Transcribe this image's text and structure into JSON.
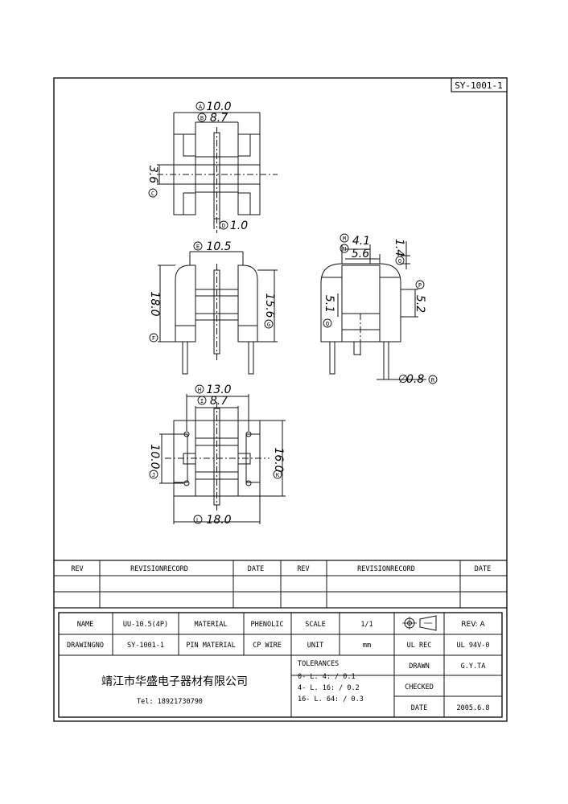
{
  "drawing_no_box": "SY-1001-1",
  "top_view": {
    "dim_a": "10.0",
    "dim_b": "8.7",
    "dim_c": "3.6",
    "dim_d": "1.0",
    "marker_a": "A",
    "marker_b": "B",
    "marker_c": "C",
    "marker_d": "D"
  },
  "front_view": {
    "dim_e": "10.5",
    "dim_f": "18.0",
    "dim_g": "15.6",
    "marker_e": "E",
    "marker_f": "F",
    "marker_g": "G"
  },
  "side_view": {
    "dim_m": "4.1",
    "dim_n": "5.6",
    "dim_o": "1.4",
    "dim_p": "5.2",
    "dim_q": "5.1",
    "dim_r": "0.8",
    "marker_m": "M",
    "marker_n": "N",
    "marker_o": "O",
    "marker_p": "P",
    "marker_q": "Q",
    "marker_r": "R",
    "diam_symbol": "∅"
  },
  "bottom_view": {
    "dim_h": "13.0",
    "dim_i": "8.7",
    "dim_j": "10.0",
    "dim_k": "16.0",
    "dim_l": "18.0",
    "marker_h": "H",
    "marker_i": "I",
    "marker_j": "J",
    "marker_k": "K",
    "marker_l": "L"
  },
  "revision_table": {
    "headers": [
      "REV",
      "REVISIONRECORD",
      "DATE",
      "REV",
      "REVISIONRECORD",
      "DATE"
    ]
  },
  "title_block": {
    "name_label": "NAME",
    "name_value": "UU-10.5(4P)",
    "material_label": "MATERIAL",
    "material_value": "PHENOLIC",
    "scale_label": "SCALE",
    "scale_value": "1/1",
    "rev_value": "REV: A",
    "drawing_no_label": "DRAWINGNO",
    "drawing_no_value": "SY-1001-1",
    "pin_material_label": "PIN MATERIAL",
    "pin_material_value": "CP WIRE",
    "unit_label": "UNIT",
    "unit_value": "mm",
    "ul_rec_label": "UL REC",
    "ul_rec_value": "UL 94V-0",
    "company_name": "靖江市华盛电子器材有限公司",
    "tel": "Tel: 18921730790",
    "tolerances_label": "TOLERANCES",
    "tol_1": "0- L. 4: / 0.1",
    "tol_2": "4- L. 16: / 0.2",
    "tol_3": "16- L. 64: / 0.3",
    "drawn_label": "DRAWN",
    "drawn_value": "G.Y.TA",
    "checked_label": "CHECKED",
    "checked_value": "",
    "date_label": "DATE",
    "date_value": "2005.6.8"
  }
}
